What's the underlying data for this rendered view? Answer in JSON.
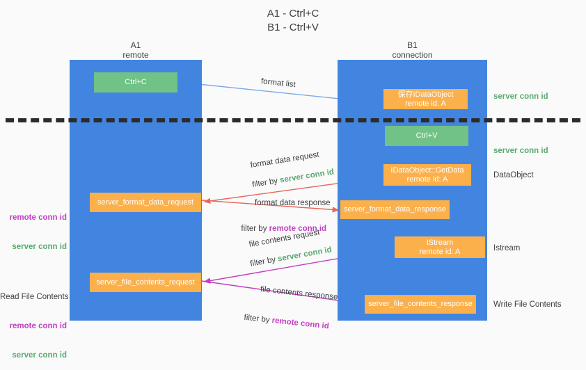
{
  "title": "A1 - Ctrl+C\nB1 - Ctrl+V",
  "colors": {
    "lane": "#4285e0",
    "green_node": "#71c286",
    "orange_node": "#fbb04c",
    "server_conn_text": "#5aa96f",
    "remote_conn_text": "#c23fc2",
    "divider": "#2b2b2b",
    "arrow_blue": "#7aa9e8",
    "arrow_red": "#e8665c",
    "arrow_purple": "#c23fc2",
    "arrow_black": "#000000",
    "background": "#fafafa"
  },
  "lanes": [
    {
      "id": "a1",
      "name": "A1",
      "subtitle": "remote",
      "header": "A1\nremote"
    },
    {
      "id": "b1",
      "name": "B1",
      "subtitle": "connection",
      "header": "B1\nconnection"
    }
  ],
  "nodes": [
    {
      "id": "ctrl-c",
      "label": "Ctrl+C",
      "style": "green",
      "lane": "a1"
    },
    {
      "id": "save-idataobject",
      "label": "保存IDataObject\nremote id: A",
      "style": "orange",
      "lane": "b1"
    },
    {
      "id": "ctrl-v",
      "label": "Ctrl+V",
      "style": "green",
      "lane": "b1"
    },
    {
      "id": "getdata",
      "label": "IDataObject::GetData\nremote id: A",
      "style": "orange",
      "lane": "b1"
    },
    {
      "id": "server-format-data-request",
      "label": "server_format_data_request",
      "style": "orange",
      "lane": "a1"
    },
    {
      "id": "server-format-data-response",
      "label": "server_format_data_response",
      "style": "orange",
      "lane": "b1"
    },
    {
      "id": "istream",
      "label": "IStream\nremote id: A",
      "style": "orange",
      "lane": "b1"
    },
    {
      "id": "server-file-contents-request",
      "label": "server_file_contents_request",
      "style": "orange",
      "lane": "a1"
    },
    {
      "id": "server-file-contents-response",
      "label": "server_file_contents_response",
      "style": "orange",
      "lane": "b1"
    }
  ],
  "side_notes": {
    "server_conn_id_top": "server conn id",
    "server_conn_id_mid": "server conn id",
    "data_object": "DataObject",
    "istream": "Istream",
    "write_file_contents": "Write File Contents"
  },
  "left_notes": {
    "read_file_contents": "Read File Contents",
    "remote_conn_id": "remote conn id",
    "server_conn_id": "server conn id"
  },
  "edges": [
    {
      "id": "format-list",
      "label": "format list",
      "color": "#7aa9e8"
    },
    {
      "id": "format-data-request",
      "label": "format data request",
      "filter_prefix": "filter by ",
      "filter_key": "server conn id",
      "color": "#e8665c"
    },
    {
      "id": "format-data-response",
      "label": "format data response",
      "filter_prefix": "filter by ",
      "filter_key": "remote conn id",
      "color": "#e8665c"
    },
    {
      "id": "file-contents-request",
      "label": "file contents request",
      "filter_prefix": "filter by ",
      "filter_key": "server conn id",
      "color": "#c23fc2"
    },
    {
      "id": "file-contents-response",
      "label": "file contents response",
      "filter_prefix": "filter by ",
      "filter_key": "remote conn id",
      "color": "#c23fc2"
    }
  ]
}
